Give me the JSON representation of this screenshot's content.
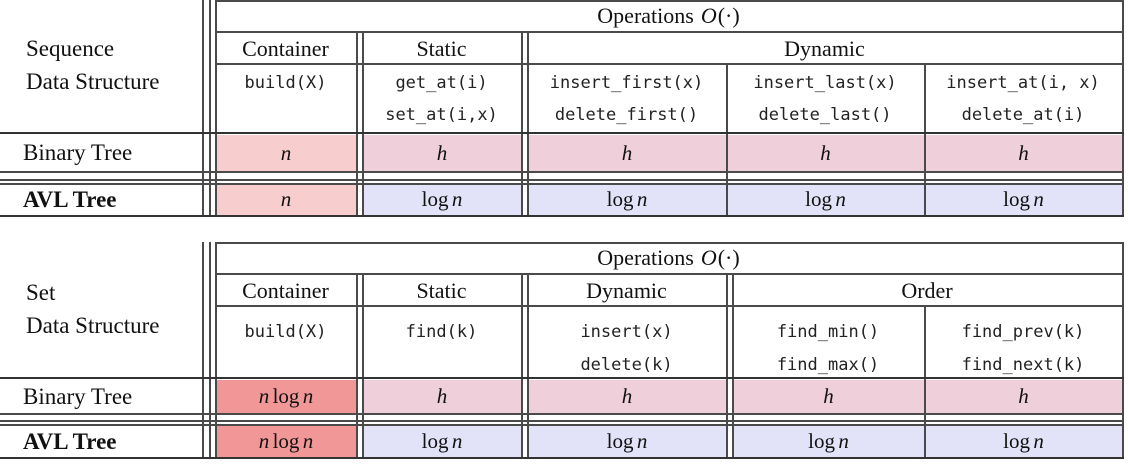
{
  "palette": {
    "build_sequence_cell": "#f8cdcd",
    "height_cell": "#eecfda",
    "log_cell": "#e2e2f8",
    "build_set_cell": "#f19797",
    "rule_color": "#4a4a4a"
  },
  "tables": [
    {
      "title_lines": [
        "Sequence",
        "Data Structure"
      ],
      "ops": {
        "word": "Operations",
        "var": "O",
        "args": "(·)"
      },
      "groups": [
        {
          "label": "Container"
        },
        {
          "label": "Static"
        },
        {
          "label": "Dynamic"
        }
      ],
      "op_cells": [
        {
          "line1": "build(X)",
          "line2": ""
        },
        {
          "line1": "get_at(i)",
          "line2": "set_at(i,x)"
        },
        {
          "line1": "insert_first(x)",
          "line2": "delete_first()"
        },
        {
          "line1": "insert_last(x)",
          "line2": "delete_last()"
        },
        {
          "line1": "insert_at(i, x)",
          "line2": "delete_at(i)"
        }
      ],
      "rows": [
        {
          "label": "Binary Tree",
          "values": [
            "n",
            "h",
            "h",
            "h",
            "h"
          ],
          "cell_colors": [
            "#f8cdcd",
            "#eecfda",
            "#eecfda",
            "#eecfda",
            "#eecfda"
          ]
        },
        {
          "label": "AVL Tree",
          "values": [
            "n",
            "log n",
            "log n",
            "log n",
            "log n"
          ],
          "cell_colors": [
            "#f8cdcd",
            "#e2e2f8",
            "#e2e2f8",
            "#e2e2f8",
            "#e2e2f8"
          ]
        }
      ]
    },
    {
      "title_lines": [
        "Set",
        "Data Structure"
      ],
      "ops": {
        "word": "Operations",
        "var": "O",
        "args": "(·)"
      },
      "groups": [
        {
          "label": "Container"
        },
        {
          "label": "Static"
        },
        {
          "label": "Dynamic"
        },
        {
          "label": "Order"
        }
      ],
      "op_cells": [
        {
          "line1": "build(X)",
          "line2": ""
        },
        {
          "line1": "find(k)",
          "line2": ""
        },
        {
          "line1": "insert(x)",
          "line2": "delete(k)"
        },
        {
          "line1": "find_min()",
          "line2": "find_max()"
        },
        {
          "line1": "find_prev(k)",
          "line2": "find_next(k)"
        }
      ],
      "rows": [
        {
          "label": "Binary Tree",
          "values": [
            "n log n",
            "h",
            "h",
            "h",
            "h"
          ],
          "cell_colors": [
            "#f19797",
            "#eecfda",
            "#eecfda",
            "#eecfda",
            "#eecfda"
          ]
        },
        {
          "label": "AVL Tree",
          "values": [
            "n log n",
            "log n",
            "log n",
            "log n",
            "log n"
          ],
          "cell_colors": [
            "#f19797",
            "#e2e2f8",
            "#e2e2f8",
            "#e2e2f8",
            "#e2e2f8"
          ]
        }
      ]
    }
  ]
}
